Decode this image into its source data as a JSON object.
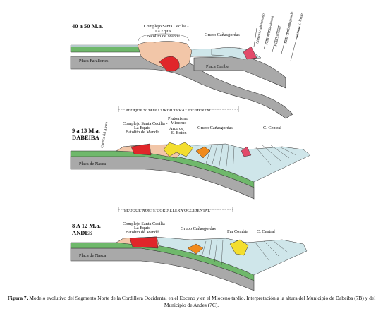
{
  "panels": [
    {
      "age": "40 a 50 M.a.",
      "label_santa_cecilia": [
        "Complejo Santa Cecilia -",
        "La Equis",
        "Batolito de Mandé"
      ],
      "label_canasgordas": "Grupo Cañasgordas",
      "label_plate_left": "Placa Farallones",
      "label_plate_right": "Placa Caribe",
      "fault_labels": [
        "Sistema Aglomerado",
        "Falla Arquía-Mutatá",
        "Falla Sinifaná",
        "Falla Quebradagrande",
        "Sistema El Retiro"
      ]
    },
    {
      "header": "BLOQUE NORTE CORDILLERA OCCIDENTAL",
      "age": "9 a 13 M.a.",
      "place": "DABEIBA",
      "label_santa_cecilia": [
        "Complejo Santa Cecilia -",
        "La Equis",
        "Batolito de Mandé"
      ],
      "label_plutonismo": [
        "Plutonismo",
        "Mioceno"
      ],
      "label_arco": [
        "Arco de",
        "El Botón"
      ],
      "label_canasgordas": "Grupo Cañasgordas",
      "label_central": "C. Central",
      "label_atrato": "Cuenca del Atrato",
      "label_plate": "Placa de Nasca"
    },
    {
      "header": "BLOQUE NORTE CORDILLERA OCCIDENTAL",
      "age": "8 A 12 M.a.",
      "place": "ANDES",
      "label_santa_cecilia": [
        "Complejo Santa Cecilia -",
        "La Equis",
        "Batolito de Mandé"
      ],
      "label_canasgordas": "Grupo Cañasgordas",
      "label_combia": "Fm Combia",
      "label_central": "C. Central",
      "label_plate": "Placa de Nasca"
    }
  ],
  "caption": {
    "label": "Figura 7.",
    "text": "Modelo evolutivo del Segmento Norte de la Cordillera Occidental en el Eoceno y en el Mioceno tardío. Interpretación a la altura del Municipio de Dabeiba (7B) y del Municipio de Andes (7C)."
  },
  "colors": {
    "plate_gray": "#a9a9a9",
    "green_band": "#6fb86b",
    "pink_crust": "#f2c6a8",
    "red_batholith": "#e0262a",
    "pale_blue": "#cfe6ea",
    "yellow_pluton": "#f3de2e",
    "orange_pluton": "#f08a1c",
    "magenta": "#e24a6a"
  }
}
